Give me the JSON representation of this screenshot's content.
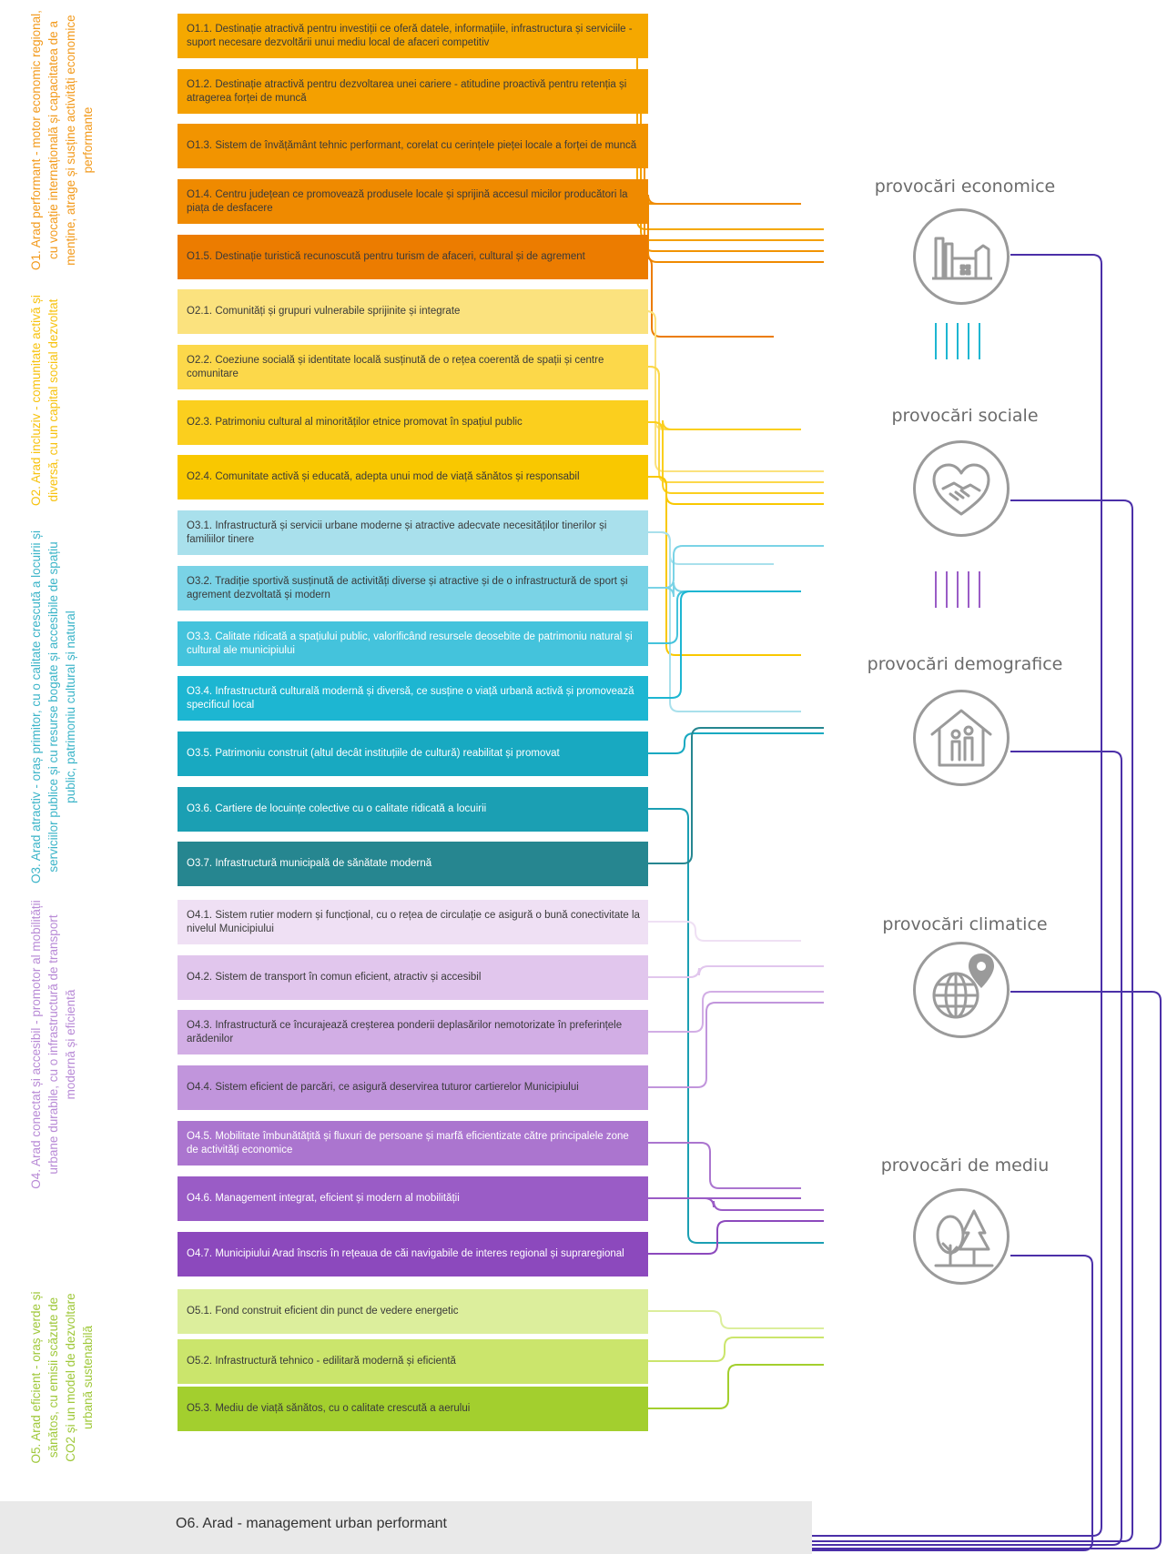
{
  "objectives": [
    {
      "code": "O1.1",
      "text": "O1.1. Destinație atractivă pentru investiții ce oferă datele, informațiile, infrastructura și serviciile - suport necesare dezvoltării unui mediu local de afaceri competitiv",
      "color": "#f5a800"
    },
    {
      "code": "O1.2",
      "text": "O1.2. Destinație atractivă pentru dezvoltarea unei cariere - atitudine proactivă pentru retenția și atragerea forței de muncă",
      "color": "#f4a000"
    },
    {
      "code": "O1.3",
      "text": "O1.3. Sistem de învățământ tehnic performant, corelat cu cerințele pieței locale a forței de muncă",
      "color": "#f29400"
    },
    {
      "code": "O1.4",
      "text": "O1.4. Centru județean ce promovează produsele locale și sprijină accesul micilor producători la piața de desfacere",
      "color": "#ef8a00"
    },
    {
      "code": "O1.5",
      "text": "O1.5. Destinație turistică recunoscută pentru turism de afaceri, cultural și de agrement",
      "color": "#ec7c00"
    },
    {
      "code": "O2.1",
      "text": "O2.1. Comunități și grupuri vulnerabile sprijinite și integrate",
      "color": "#fbe27e"
    },
    {
      "code": "O2.2",
      "text": "O2.2. Coeziune socială și identitate locală susținută de o rețea coerentă de spații și centre comunitare",
      "color": "#fcd84a"
    },
    {
      "code": "O2.3",
      "text": "O2.3. Patrimoniu cultural al minorităților etnice promovat în spațiul public",
      "color": "#fbcf1e"
    },
    {
      "code": "O2.4",
      "text": "O2.4. Comunitate activă și educată, adepta unui mod de viață sănătos și responsabil",
      "color": "#f9c800"
    },
    {
      "code": "O3.1",
      "text": "O3.1. Infrastructură și servicii urbane moderne și atractive adecvate necesităților tinerilor și familiilor tinere",
      "color": "#a9e0ec"
    },
    {
      "code": "O3.2",
      "text": "O3.2. Tradiție sportivă susținută de activități diverse și atractive și de o infrastructură de sport și agrement dezvoltată și modern",
      "color": "#7ad3e6"
    },
    {
      "code": "O3.3",
      "text": "O3.3. Calitate ridicată a spațiului public, valorificând resursele deosebite de patrimoniu natural și cultural ale municipiului",
      "color": "#44c3dc"
    },
    {
      "code": "O3.4",
      "text": "O3.4. Infrastructură culturală modernă și diversă, ce susține o viață urbană activă și promovează specificul local",
      "color": "#1db6d2"
    },
    {
      "code": "O3.5",
      "text": "O3.5. Patrimoniu construit (altul decât instituțiile de cultură) reabilitat și promovat",
      "color": "#18a9c1"
    },
    {
      "code": "O3.6",
      "text": "O3.6. Cartiere de locuințe colective cu o calitate ridicată a locuirii",
      "color": "#1b9fb3"
    },
    {
      "code": "O3.7",
      "text": "O3.7. Infrastructură municipală de sănătate modernă",
      "color": "#268690"
    },
    {
      "code": "O4.1",
      "text": "O4.1. Sistem rutier modern și funcțional, cu o rețea de circulație ce asigură o bună conectivitate la nivelul Municipiului",
      "color": "#efe0f4"
    },
    {
      "code": "O4.2",
      "text": "O4.2. Sistem de transport în comun eficient, atractiv și accesibil",
      "color": "#e1c6ed"
    },
    {
      "code": "O4.3",
      "text": "O4.3. Infrastructură ce încurajează creșterea ponderii deplasărilor nemotorizate în preferințele arădenilor",
      "color": "#d2aee5"
    },
    {
      "code": "O4.4",
      "text": "O4.4. Sistem eficient de parcări, ce asigură deservirea tuturor cartierelor Municipiului",
      "color": "#c195dc"
    },
    {
      "code": "O4.5",
      "text": "O4.5. Mobilitate îmbunătățită și fluxuri de persoane și marfă eficientizate către principalele zone de activități economice",
      "color": "#ab75cf"
    },
    {
      "code": "O4.6",
      "text": "O4.6. Management integrat, eficient și modern al mobilității",
      "color": "#9a5cc6"
    },
    {
      "code": "O4.7",
      "text": "O4.7. Municipiului Arad înscris în rețeaua de căi navigabile de interes regional și supraregional",
      "color": "#8c49bd"
    },
    {
      "code": "O5.1",
      "text": "O5.1. Fond construit eficient din punct de vedere energetic",
      "color": "#dcee9c"
    },
    {
      "code": "O5.2",
      "text": "O5.2. Infrastructură tehnico - edilitară modernă și eficientă",
      "color": "#cbe56c"
    },
    {
      "code": "O5.3",
      "text": "O5.3. Mediu de viață sănătos, cu o calitate crescută a aerului",
      "color": "#a3cf2e"
    }
  ],
  "groups": [
    {
      "text": "O1. Arad performant - motor economic regional, cu vocație internațională și capacitatea de a menține, atrage și susține activități economice performante",
      "color": "#f29a1c"
    },
    {
      "text": "O2. Arad incluziv - comunitate activă și diversă, cu un capital social dezvoltat",
      "color": "#f7c20e"
    },
    {
      "text": "O3. Arad atractiv - oraș primitor, cu o calitate crescută a locuirii și serviciilor publice și cu resurse bogate și accesibile de spațiu public, patrimoniu cultural și natural",
      "color": "#3bb4c8"
    },
    {
      "text": "O4. Arad conectat și accesibil - promotor al mobilității urbane durabile, cu o infrastructură de transport modernă și eficientă",
      "color": "#b88ad6"
    },
    {
      "text": "O5. Arad eficient - oraș verde și sănătos, cu emisii scăzute de CO2 și un model de dezvoltare urbană sustenabilă",
      "color": "#9fc83a"
    }
  ],
  "challenges": [
    {
      "title": "provocări economice",
      "icon": "factory-icon"
    },
    {
      "title": "provocări sociale",
      "icon": "handshake-heart-icon"
    },
    {
      "title": "provocări demografice",
      "icon": "family-house-icon"
    },
    {
      "title": "provocări climatice",
      "icon": "globe-pin-icon"
    },
    {
      "title": "provocări de mediu",
      "icon": "trees-icon"
    }
  ],
  "footer": {
    "label": "O6. Arad - management urban performant",
    "line_color": "#4b2fa8"
  }
}
